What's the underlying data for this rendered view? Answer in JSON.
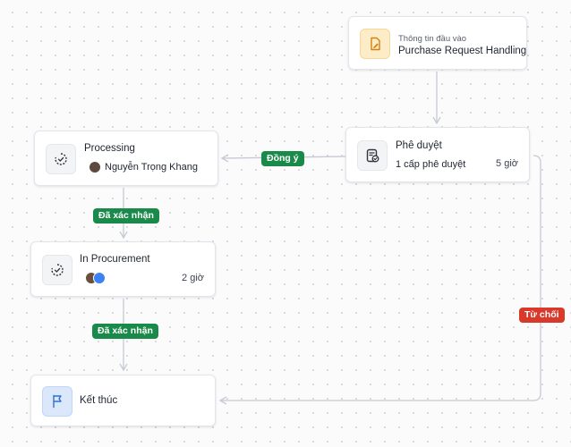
{
  "nodes": {
    "start": {
      "label": "Thông tin đầu vào",
      "title": "Purchase Request Handling"
    },
    "approval": {
      "title": "Phê duyệt",
      "detail": "1 cấp phê duyệt",
      "duration": "5 giờ"
    },
    "processing": {
      "title": "Processing",
      "assignee": "Nguyễn Trọng Khang"
    },
    "procurement": {
      "title": "In Procurement",
      "duration": "2 giờ"
    },
    "end": {
      "title": "Kết thúc"
    }
  },
  "edges": {
    "approve_label": "Đồng ý",
    "confirm_label_1": "Đã xác nhận",
    "confirm_label_2": "Đã xác nhận",
    "reject_label": "Từ chối"
  },
  "colors": {
    "accept": "#1a8a4a",
    "reject": "#d8392b",
    "start_icon_bg": "#fdecc8",
    "end_icon_bg": "#dbe8fb",
    "edge": "#c6cad3"
  },
  "icons": {
    "start": "edit-document-icon",
    "approval": "document-check-icon",
    "processing": "progress-circle-icon",
    "procurement": "progress-circle-icon",
    "end": "flag-icon"
  }
}
